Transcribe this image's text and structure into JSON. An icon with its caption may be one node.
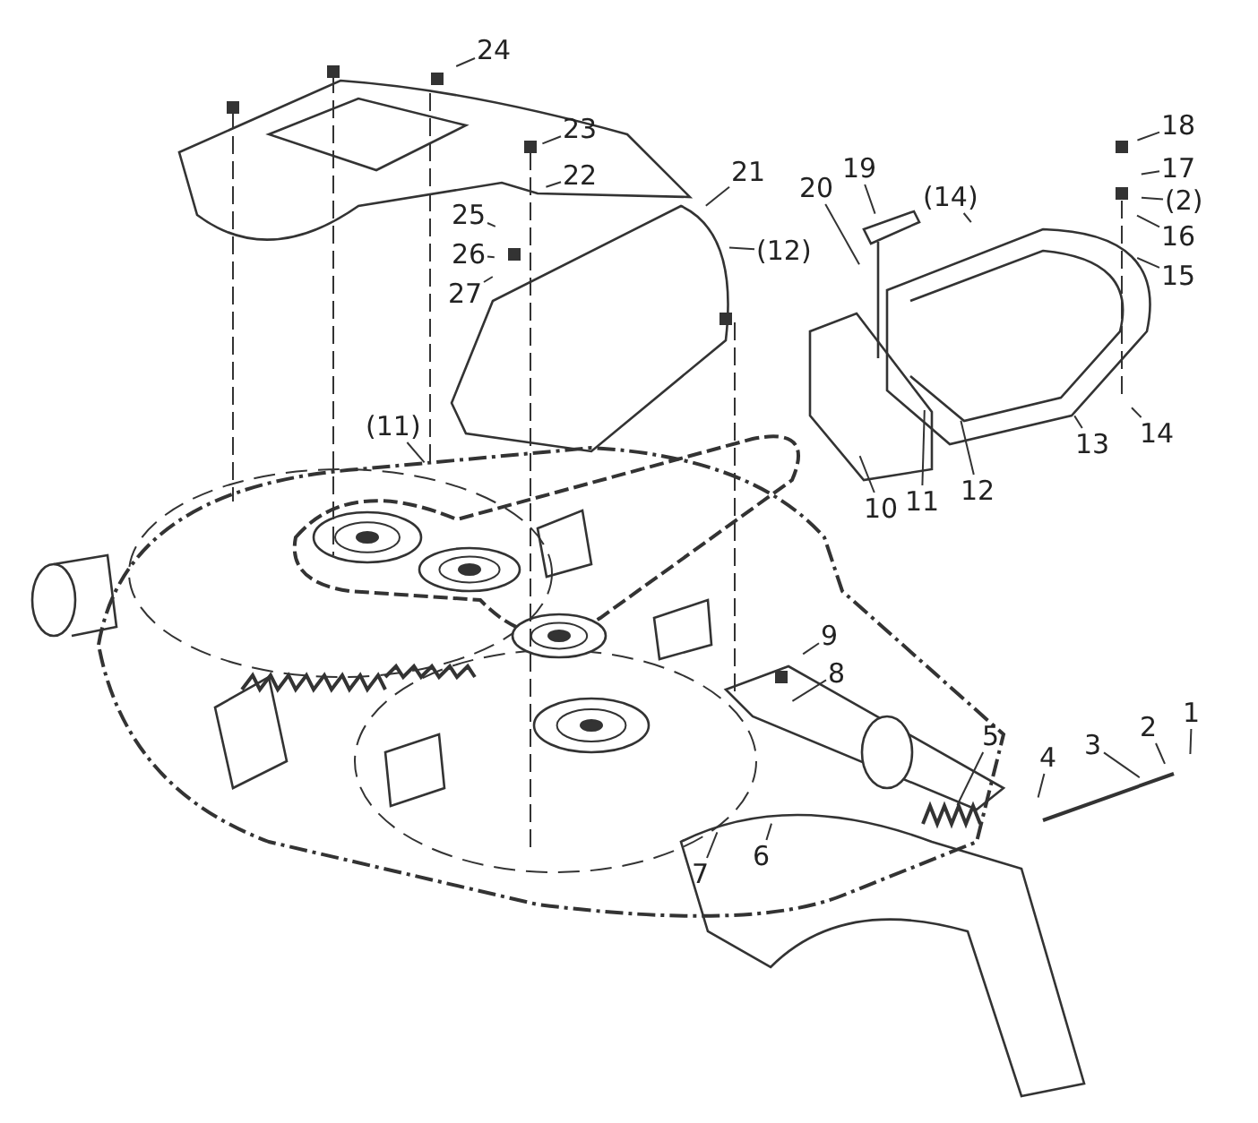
{
  "diagram": {
    "nodes": [
      {
        "text": [
          "24"
        ]
      },
      {
        "text": [
          "23"
        ]
      },
      {
        "text": [
          "22"
        ]
      },
      {
        "text": [
          "21"
        ]
      },
      {
        "text": [
          "18"
        ]
      },
      {
        "text": [
          "20"
        ]
      },
      {
        "text": [
          "19"
        ]
      },
      {
        "text": [
          "(14)"
        ]
      },
      {
        "text": [
          "17"
        ]
      },
      {
        "text": [
          "(2)"
        ]
      },
      {
        "text": [
          "25"
        ]
      },
      {
        "text": [
          "(12)"
        ]
      },
      {
        "text": [
          "16"
        ]
      },
      {
        "text": [
          "26"
        ]
      },
      {
        "text": [
          "15"
        ]
      },
      {
        "text": [
          "27"
        ]
      },
      {
        "text": [
          "(11)"
        ]
      },
      {
        "text": [
          "14"
        ]
      },
      {
        "text": [
          "13"
        ]
      },
      {
        "text": [
          "12"
        ]
      },
      {
        "text": [
          "11"
        ]
      },
      {
        "text": [
          "10"
        ]
      },
      {
        "text": [
          "9"
        ]
      },
      {
        "text": [
          "8"
        ]
      },
      {
        "text": [
          "1"
        ]
      },
      {
        "text": [
          "2"
        ]
      },
      {
        "text": [
          "3"
        ]
      },
      {
        "text": [
          "4"
        ]
      },
      {
        "text": [
          "5"
        ]
      },
      {
        "text": [
          "6"
        ]
      },
      {
        "text": [
          "7"
        ]
      }
    ],
    "edges": [
      {
        "from": 0,
        "to": null,
        "arrow": "none"
      },
      {
        "from": 1,
        "to": null,
        "arrow": "none"
      },
      {
        "from": 2,
        "to": null,
        "arrow": "none"
      },
      {
        "from": 3,
        "to": null,
        "arrow": "none"
      },
      {
        "from": 4,
        "to": null,
        "arrow": "none"
      },
      {
        "from": 5,
        "to": null,
        "arrow": "none"
      },
      {
        "from": 6,
        "to": null,
        "arrow": "none"
      },
      {
        "from": 7,
        "to": null,
        "arrow": "none"
      },
      {
        "from": 8,
        "to": null,
        "arrow": "none"
      },
      {
        "from": 9,
        "to": null,
        "arrow": "none"
      },
      {
        "from": 10,
        "to": null,
        "arrow": "none"
      },
      {
        "from": 11,
        "to": null,
        "arrow": "none"
      },
      {
        "from": 12,
        "to": null,
        "arrow": "none"
      },
      {
        "from": 13,
        "to": null,
        "arrow": "none"
      },
      {
        "from": 14,
        "to": null,
        "arrow": "none"
      },
      {
        "from": 15,
        "to": null,
        "arrow": "none"
      },
      {
        "from": 16,
        "to": null,
        "arrow": "none"
      },
      {
        "from": 17,
        "to": null,
        "arrow": "none"
      },
      {
        "from": 18,
        "to": null,
        "arrow": "none"
      },
      {
        "from": 19,
        "to": null,
        "arrow": "none"
      },
      {
        "from": 20,
        "to": null,
        "arrow": "none"
      },
      {
        "from": 21,
        "to": null,
        "arrow": "none"
      },
      {
        "from": 22,
        "to": null,
        "arrow": "none"
      },
      {
        "from": 23,
        "to": null,
        "arrow": "none"
      },
      {
        "from": 24,
        "to": null,
        "arrow": "none"
      },
      {
        "from": 25,
        "to": null,
        "arrow": "none"
      },
      {
        "from": 26,
        "to": null,
        "arrow": "none"
      },
      {
        "from": 27,
        "to": null,
        "arrow": "none"
      },
      {
        "from": 28,
        "to": null,
        "arrow": "none"
      },
      {
        "from": 29,
        "to": null,
        "arrow": "none"
      },
      {
        "from": 30,
        "to": null,
        "arrow": "none"
      }
    ]
  }
}
